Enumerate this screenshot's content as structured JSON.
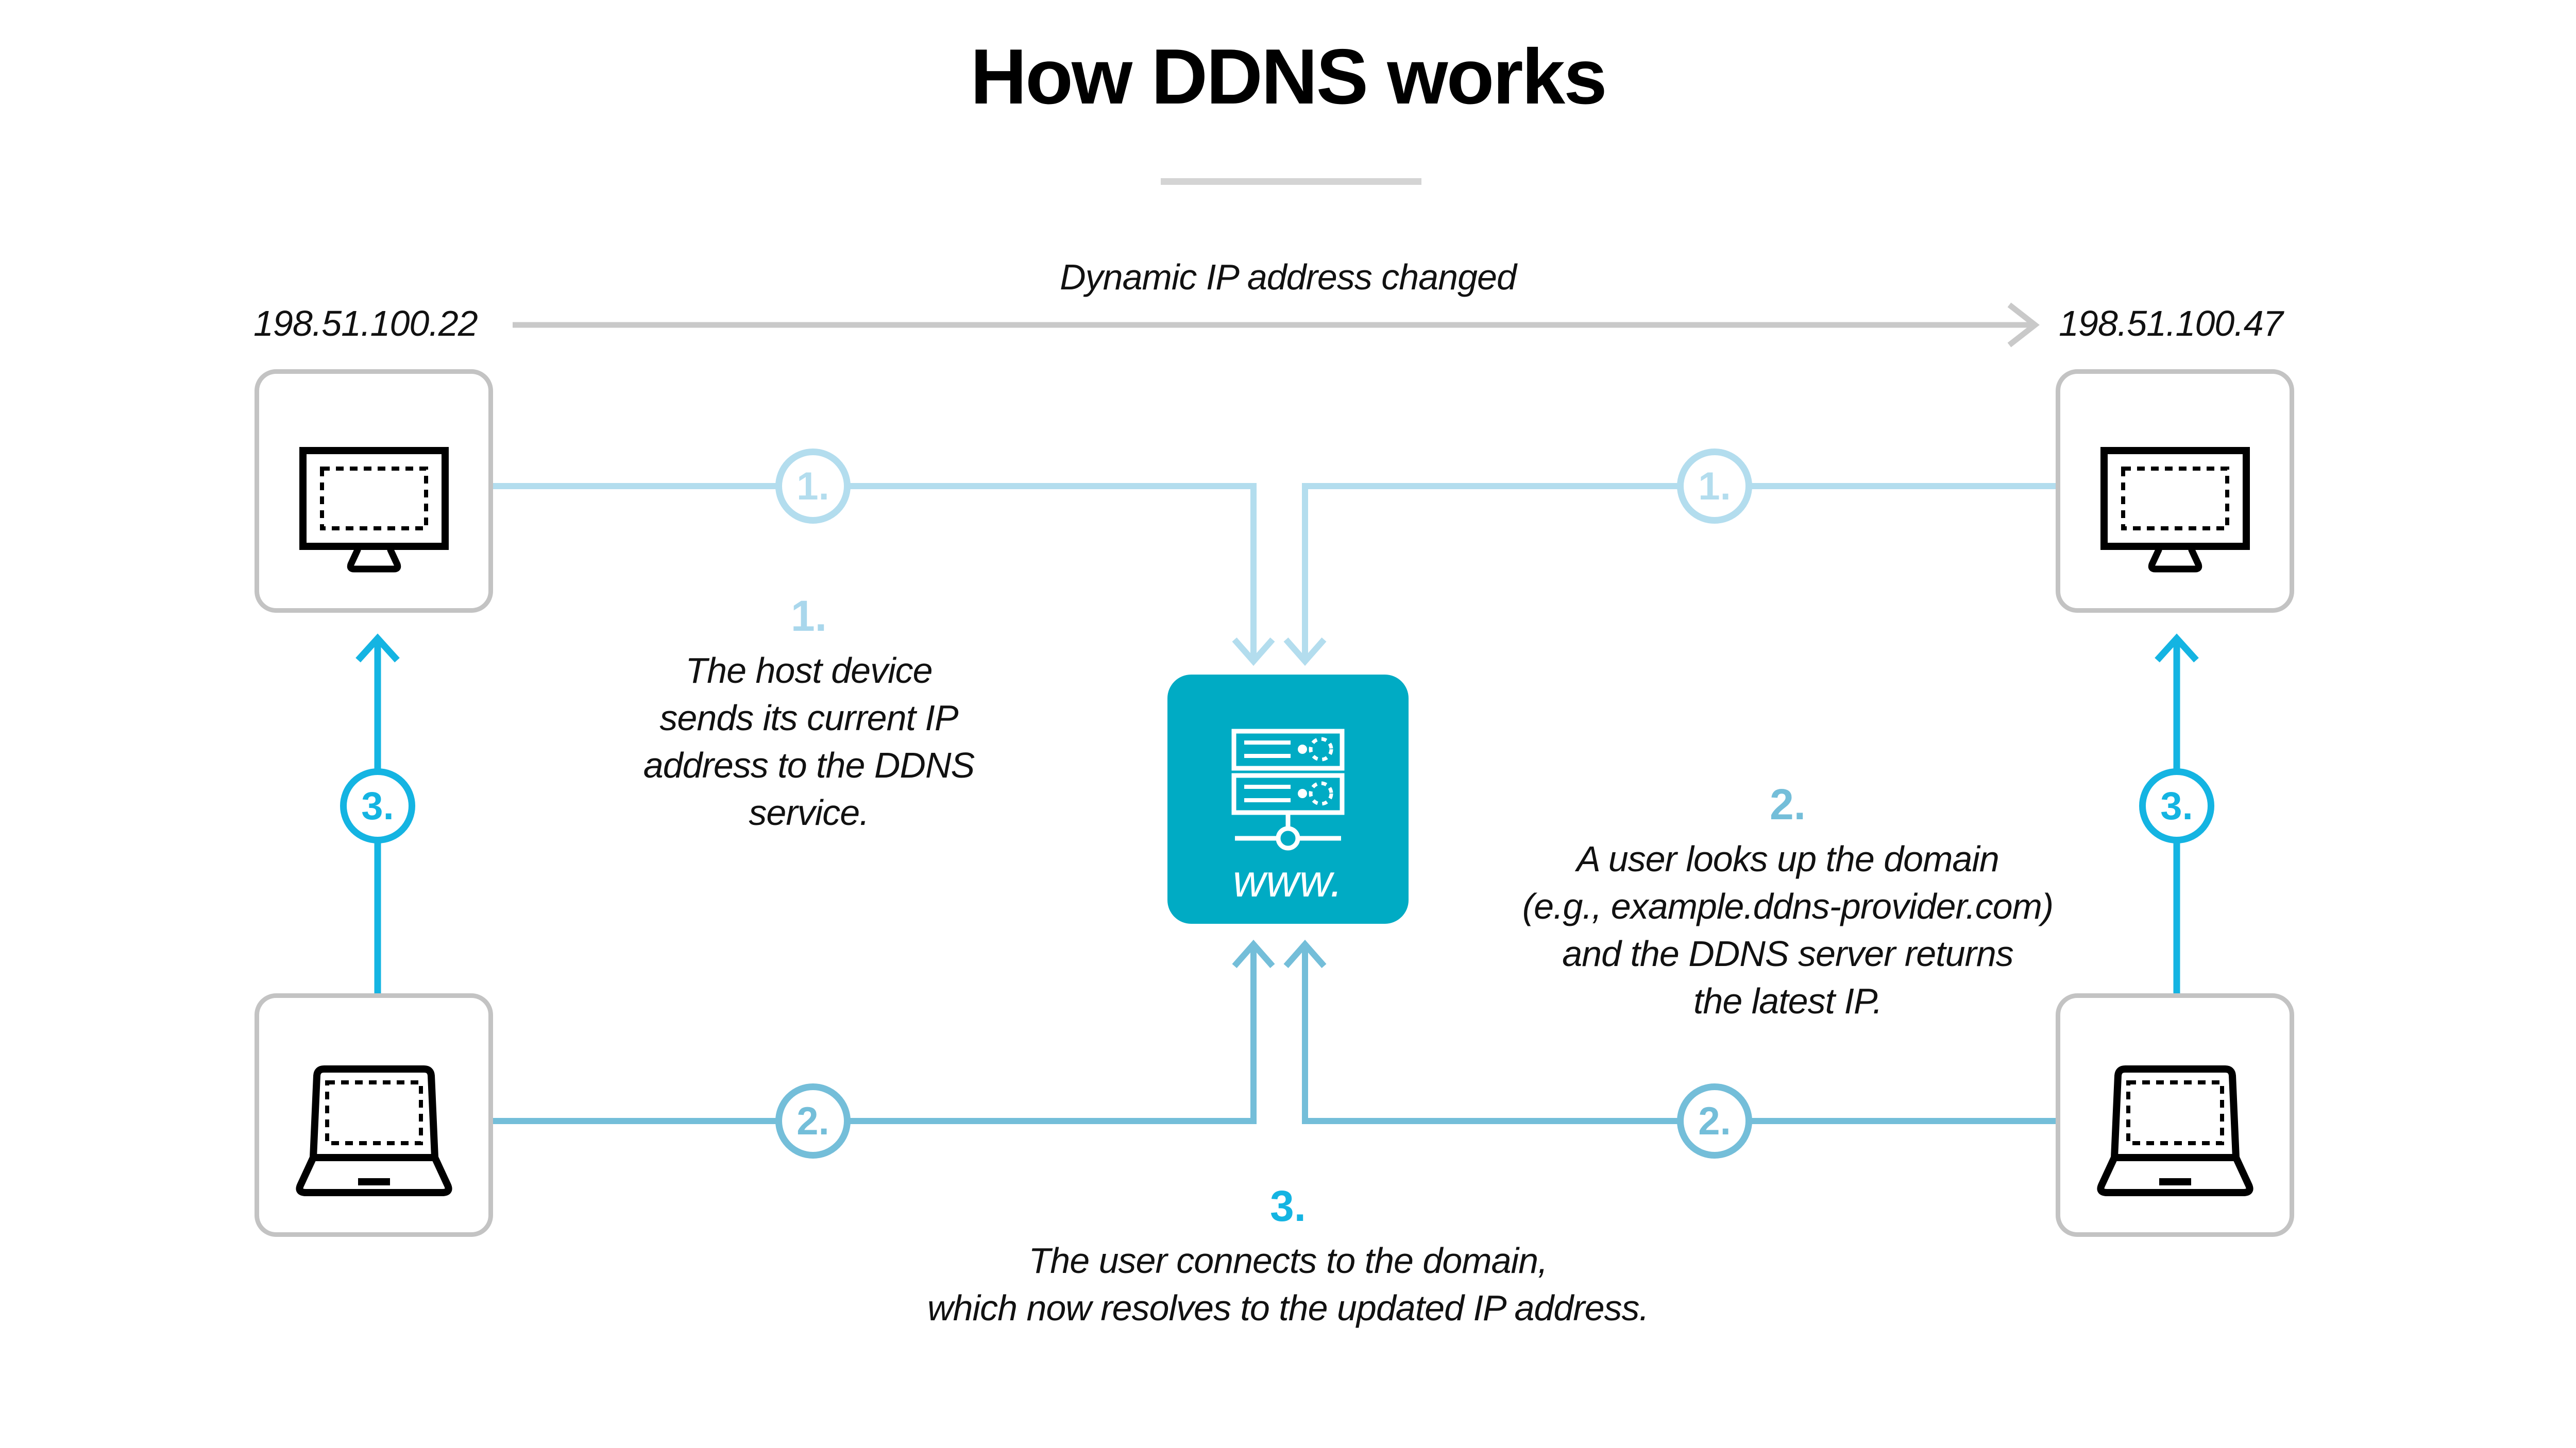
{
  "title": "How DDNS works",
  "flow": {
    "change_label": "Dynamic IP address changed",
    "ip_before": "198.51.100.22",
    "ip_after": "198.51.100.47"
  },
  "server": {
    "label": "www.",
    "color": "#00abc4"
  },
  "steps": [
    {
      "badge": "1.",
      "color": "#b3ddee",
      "lines": [
        "The host device",
        "sends its current IP",
        "address to the DDNS",
        "service."
      ]
    },
    {
      "badge": "2.",
      "color": "#74bed9",
      "lines": [
        "A user looks up the domain",
        "(e.g., example.ddns-provider.com)",
        "and the DDNS server returns",
        "the latest IP."
      ]
    },
    {
      "badge": "3.",
      "color": "#14b4e2",
      "lines": [
        "The user connects to the domain,",
        "which now resolves to the updated IP address."
      ]
    }
  ],
  "icons": {
    "monitor": "monitor-icon",
    "laptop": "laptop-icon",
    "server": "server-rack-icon",
    "arrow": "arrow-right-icon"
  },
  "colors": {
    "step1_line": "#b3ddee",
    "step2_line": "#74bed9",
    "step3_line": "#14b4e2",
    "server_fill": "#00abc4",
    "gray_line": "#c9c9c9",
    "card_border": "#c3c3c3",
    "divider": "#d4d4d4"
  }
}
